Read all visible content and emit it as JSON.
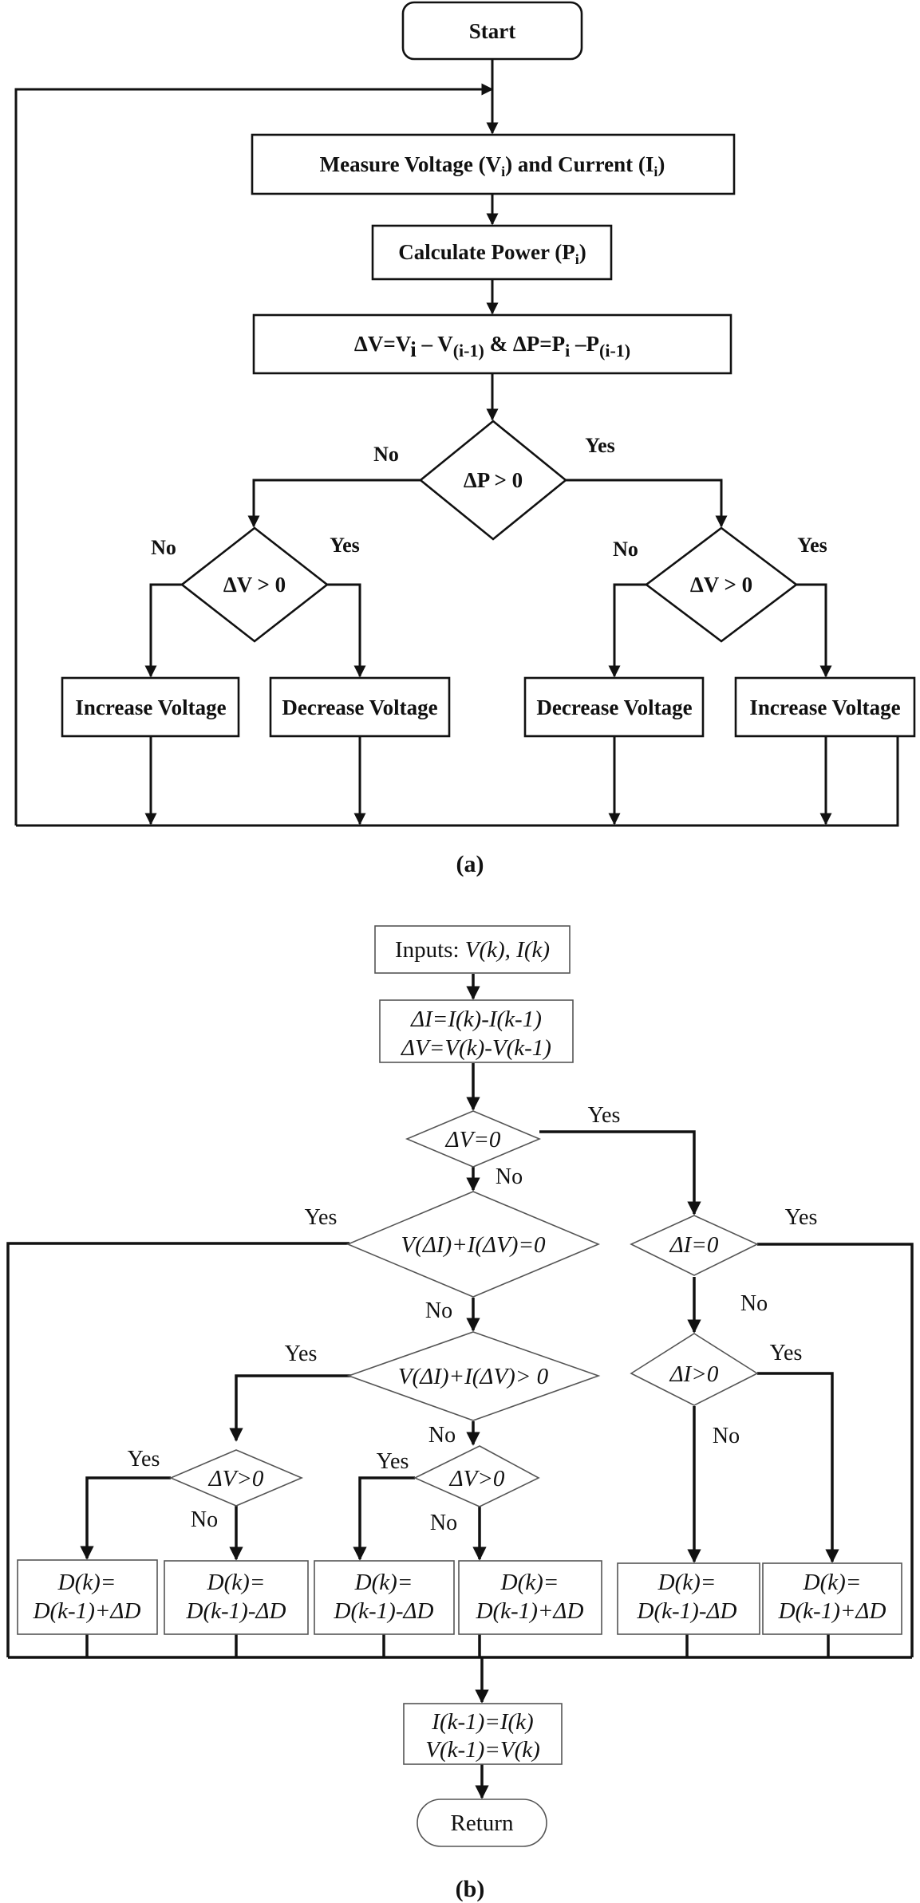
{
  "a": {
    "start": "Start",
    "measure": {
      "pre": "Measure Voltage (V",
      "sub1": "i",
      "mid": ") and Current (I",
      "sub2": "i",
      "post": ")"
    },
    "calc": {
      "pre": "Calculate Power (P",
      "sub": "i",
      "post": ")"
    },
    "delta": {
      "p1": "ΔV=V",
      "s1": "i",
      "p2": " – V",
      "s2": "(i-1)",
      "p3": " & ΔP=P",
      "s3": "i",
      "p4": " –P",
      "s4": "(i-1)"
    },
    "dp_cond": "ΔP > 0",
    "dv_cond": "ΔV > 0",
    "no": "No",
    "yes": "Yes",
    "increase": "Increase Voltage",
    "decrease": "Decrease Voltage",
    "caption": "(a)"
  },
  "b": {
    "inputs_label": "Inputs: ",
    "inputs_vars": "V(k), I(k)",
    "delta_i": "ΔI=I(k)-I(k-1)",
    "delta_v": "ΔV=V(k)-V(k-1)",
    "dv_zero": "ΔV=0",
    "inc_cond_eq": "V(ΔI)+I(ΔV)=0",
    "inc_cond_gt": "V(ΔI)+I(ΔV)> 0",
    "di_zero": "ΔI=0",
    "di_gt": "ΔI>0",
    "dv_gt": "ΔV>0",
    "yes": "Yes",
    "no": "No",
    "dk": "D(k)=",
    "dk_plus": "D(k-1)+ΔD",
    "dk_minus": "D(k-1)-ΔD",
    "update_i": "I(k-1)=I(k)",
    "update_v": "V(k-1)=V(k)",
    "return": "Return",
    "caption": "(b)"
  }
}
